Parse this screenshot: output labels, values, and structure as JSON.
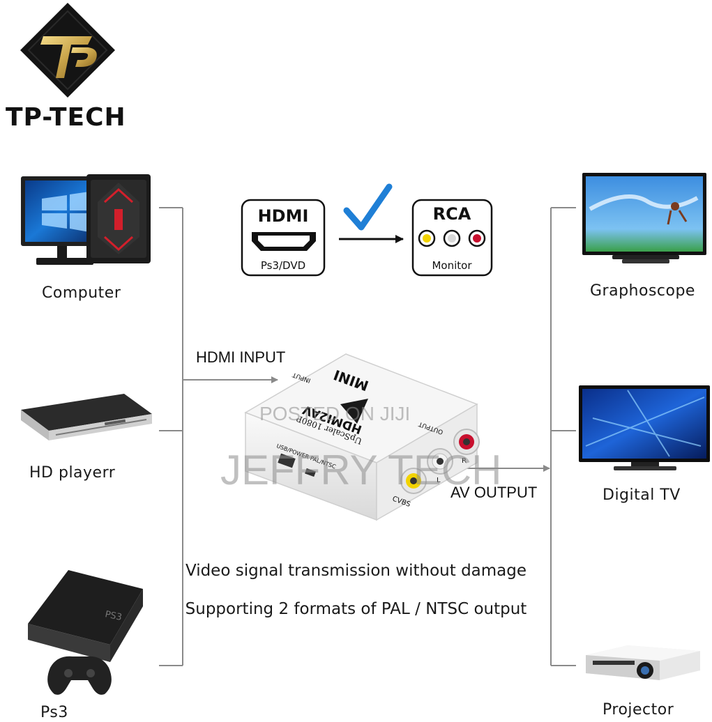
{
  "brand": {
    "name": "TP-TECH",
    "logo_letters": "TP",
    "colors": {
      "gold": "#c9a44a",
      "dark": "#141414"
    }
  },
  "devices_left": [
    {
      "label": "Computer",
      "icon": "computer-icon"
    },
    {
      "label": "HD playerr",
      "icon": "hd-player-icon"
    },
    {
      "label": "Ps3",
      "icon": "ps3-console-icon"
    }
  ],
  "devices_right": [
    {
      "label": "Graphoscope",
      "icon": "tv-icon"
    },
    {
      "label": "Digital  TV",
      "icon": "digital-tv-icon"
    },
    {
      "label": "Projector",
      "icon": "projector-icon"
    }
  ],
  "conversion": {
    "source": {
      "title": "HDMI",
      "subtitle": "Ps3/DVD"
    },
    "target": {
      "title": "RCA",
      "subtitle": "Monitor"
    },
    "check_color": "#1f7fd6",
    "rca_colors": [
      "#f2d300",
      "#d8d8d8",
      "#c8102e"
    ]
  },
  "flow": {
    "input_label": "HDMI INPUT",
    "output_label": "AV OUTPUT"
  },
  "adapter": {
    "top_text": "MINI",
    "model_text": "HDMI2AV",
    "sub_text": "UpScaler 1080P",
    "input_text": "INPUT",
    "output_text": "OUTPUT",
    "switch_text": "USB/POWER  PAL/NTSC",
    "port_labels": [
      "CVBS",
      "L",
      "R"
    ]
  },
  "captions": [
    "Video signal transmission without damage",
    "Supporting 2 formats of PAL / NTSC output"
  ],
  "watermark": {
    "line1": "POSTED ON JIJI",
    "line2": "JEFFRY TECH"
  }
}
